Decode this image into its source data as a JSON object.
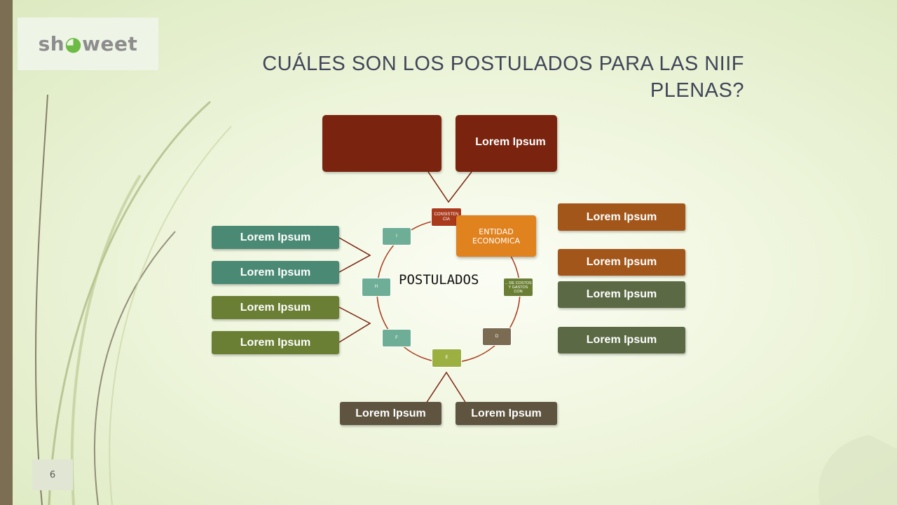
{
  "logo": {
    "text_left": "sh",
    "text_right": "weet"
  },
  "title": "CUÁLES SON LOS POSTULADOS PARA LAS NIIF PLENAS?",
  "page_number": "6",
  "diagram": {
    "center_label": "POSTULADOS",
    "entity_label": "ENTIDAD ECONOMICA",
    "nodes": {
      "consistencia": "CONSISTEN CIA",
      "costos": "... DE COSTOS Y GASTOS CON",
      "d": "D",
      "e": "E",
      "f": "F",
      "h": "H",
      "i": "I"
    },
    "top_boxes": [
      "",
      "Lorem Ipsum"
    ],
    "left_boxes": [
      "Lorem Ipsum",
      "Lorem Ipsum",
      "Lorem Ipsum",
      "Lorem Ipsum"
    ],
    "right_boxes": [
      "Lorem Ipsum",
      "Lorem Ipsum",
      "Lorem Ipsum",
      "Lorem Ipsum"
    ],
    "bottom_boxes": [
      "Lorem Ipsum",
      "Lorem Ipsum"
    ]
  },
  "colors": {
    "dark_red": "#7a230e",
    "orange": "#a3561a",
    "entity_orange": "#e0821e",
    "teal": "#4a8a74",
    "olive_green": "#6a7f34",
    "dark_olive": "#5b6a45",
    "dark_brown": "#5e5440",
    "node_green": "#9cb042",
    "node_teal": "#6fae96",
    "node_brown": "#7a6b52"
  }
}
